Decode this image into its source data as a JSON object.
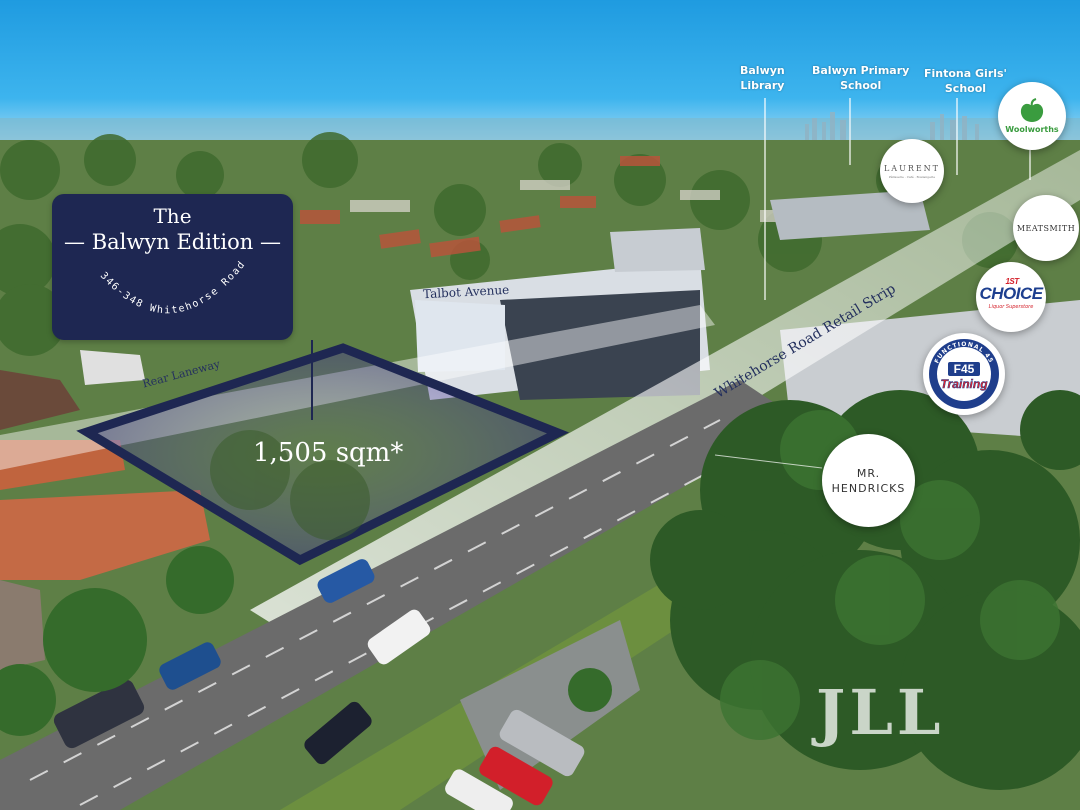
{
  "badge": {
    "the": "The",
    "name": "Balwyn Edition",
    "address": "346-348 Whitehorse Road"
  },
  "site": {
    "area": "1,505 sqm*"
  },
  "streets": {
    "talbot": "Talbot Avenue",
    "rear": "Rear Laneway",
    "retail_strip": "Whitehorse Road Retail Strip"
  },
  "pois": {
    "library": [
      "Balwyn",
      "Library"
    ],
    "primary": [
      "Balwyn Primary",
      "School"
    ],
    "fintona": [
      "Fintona Girls'",
      "School"
    ]
  },
  "brands": {
    "woolworths": "Woolworths",
    "laurent": "LAURENT",
    "laurent_sub": "Pâtisserie · Café · Boulangerie",
    "meatsmith": "MEATSMITH",
    "choice": "CHOICE",
    "choice_sup": "1ST",
    "choice_sub": "Liquor Superstore",
    "f45": "F45",
    "f45_sub": "Training",
    "f45_ring": "FUNCTIONAL 45",
    "mr_hendricks": [
      "MR.",
      "HENDRICKS"
    ]
  },
  "watermark": "JLL",
  "colors": {
    "navy": "#1e2752",
    "sky": "#1aa5e6",
    "woolworths_green": "#3a9c3f",
    "choice_red": "#d4202a",
    "choice_blue": "#1d3f8f",
    "f45_red": "#e3262e",
    "f45_blue": "#1f3e8c"
  }
}
